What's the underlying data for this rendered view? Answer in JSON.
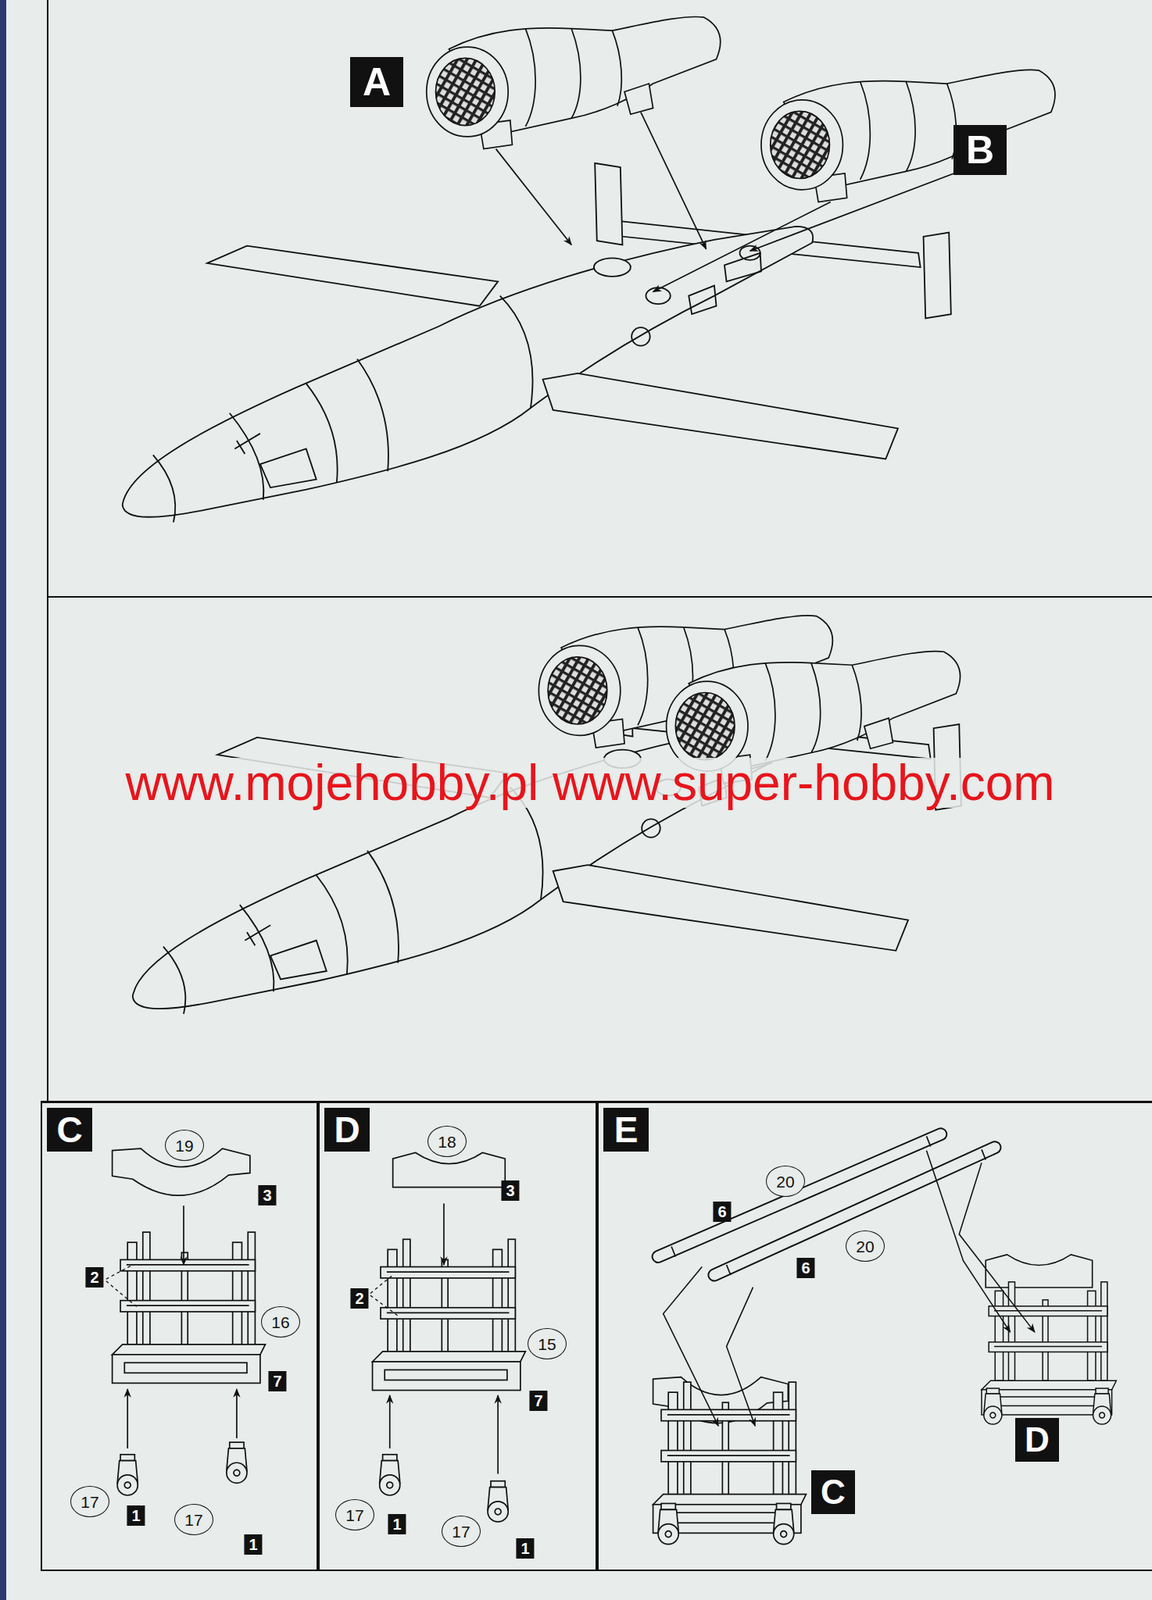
{
  "diagram": {
    "nodes": [
      {
        "text": [
          "C"
        ]
      },
      {
        "text": [
          "D"
        ]
      },
      {
        "text": [
          "E"
        ]
      }
    ],
    "labels": [
      "A",
      "B",
      "www.mojehobby.pl www.super-hobby.com",
      "19",
      "3",
      "2",
      "16",
      "7",
      "17",
      "1",
      "17",
      "1",
      "18",
      "3",
      "2",
      "15",
      "7",
      "17",
      "1",
      "17",
      "1",
      "20",
      "6",
      "6",
      "20",
      "C",
      "D"
    ]
  }
}
